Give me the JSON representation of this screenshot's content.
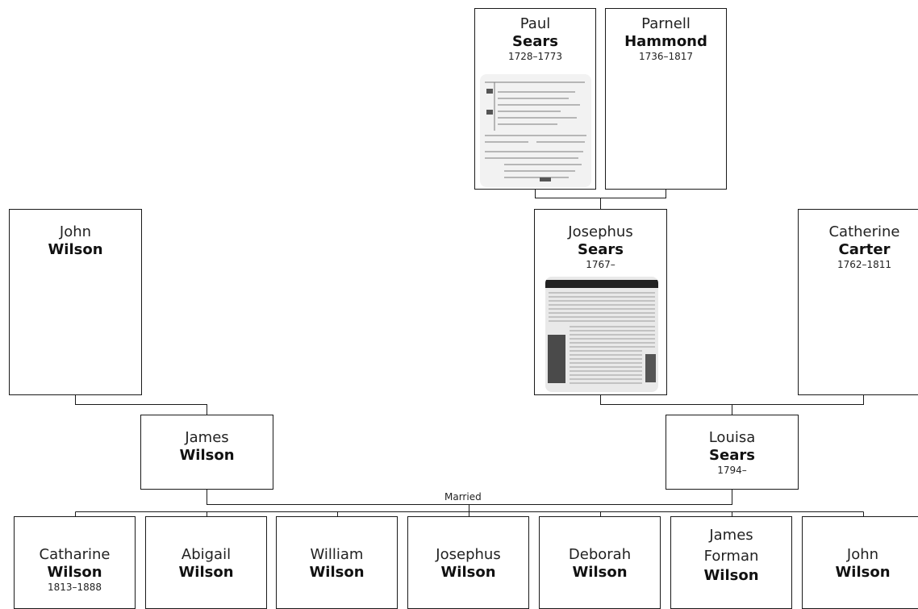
{
  "people": {
    "paul_sears": {
      "given": "Paul",
      "surname": "Sears",
      "dates": "1728–1773"
    },
    "parnell_hammond": {
      "given": "Parnell",
      "surname": "Hammond",
      "dates": "1736–1817"
    },
    "john_wilson_sr": {
      "given": "John",
      "surname": "Wilson",
      "dates": ""
    },
    "josephus_sears": {
      "given": "Josephus",
      "surname": "Sears",
      "dates": "1767–"
    },
    "catherine_carter": {
      "given": "Catherine",
      "surname": "Carter",
      "dates": "1762–1811"
    },
    "james_wilson": {
      "given": "James",
      "surname": "Wilson",
      "dates": ""
    },
    "louisa_sears": {
      "given": "Louisa",
      "surname": "Sears",
      "dates": "1794–"
    }
  },
  "union_label": "Married",
  "children": [
    {
      "given": "Catharine",
      "surname": "Wilson",
      "dates": "1813–1888"
    },
    {
      "given": "Abigail",
      "surname": "Wilson",
      "dates": ""
    },
    {
      "given": "William",
      "surname": "Wilson",
      "dates": ""
    },
    {
      "given": "Josephus",
      "surname": "Wilson",
      "dates": ""
    },
    {
      "given": "Deborah",
      "surname": "Wilson",
      "dates": ""
    },
    {
      "given": "James Forman",
      "surname": "Wilson",
      "dates": ""
    },
    {
      "given": "John",
      "surname": "Wilson",
      "dates": ""
    }
  ],
  "colors": {
    "border": "#1a1a1a",
    "line": "#1a1a1a",
    "background": "#ffffff"
  },
  "icons": {
    "record_photo": "document-scan-thumbnail",
    "news_photo": "newspaper-clipping-thumbnail"
  }
}
